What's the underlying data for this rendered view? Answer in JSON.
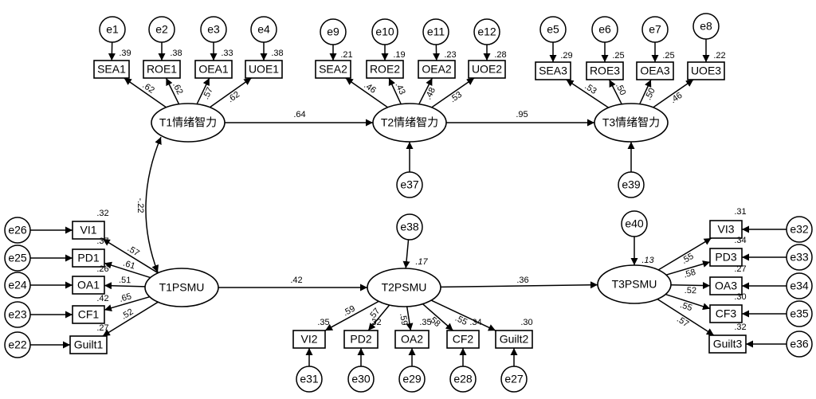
{
  "latents": [
    {
      "id": "T1EI",
      "label": "T1情绪智力"
    },
    {
      "id": "T2EI",
      "label": "T2情绪智力"
    },
    {
      "id": "T3EI",
      "label": "T3情绪智力"
    },
    {
      "id": "T1P",
      "label": "T1PSMU"
    },
    {
      "id": "T2P",
      "label": "T2PSMU",
      "r2": ".17"
    },
    {
      "id": "T3P",
      "label": "T3PSMU",
      "r2": ".13"
    }
  ],
  "observed": [
    {
      "id": "SEA1",
      "label": "SEA1",
      "r2": ".39"
    },
    {
      "id": "ROE1",
      "label": "ROE1",
      "r2": ".38"
    },
    {
      "id": "OEA1",
      "label": "OEA1",
      "r2": ".33"
    },
    {
      "id": "UOE1",
      "label": "UOE1",
      "r2": ".38"
    },
    {
      "id": "SEA2",
      "label": "SEA2",
      "r2": ".21"
    },
    {
      "id": "ROE2",
      "label": "ROE2",
      "r2": ".19"
    },
    {
      "id": "OEA2",
      "label": "OEA2",
      "r2": ".23"
    },
    {
      "id": "UOE2",
      "label": "UOE2",
      "r2": ".28"
    },
    {
      "id": "SEA3",
      "label": "SEA3",
      "r2": ".29"
    },
    {
      "id": "ROE3",
      "label": "ROE3",
      "r2": ".25"
    },
    {
      "id": "OEA3",
      "label": "OEA3",
      "r2": ".25"
    },
    {
      "id": "UOE3",
      "label": "UOE3",
      "r2": ".22"
    },
    {
      "id": "VI1",
      "label": "VI1",
      "r2": ".32"
    },
    {
      "id": "PD1",
      "label": "PD1",
      "r2": ".37"
    },
    {
      "id": "OA1",
      "label": "OA1",
      "r2": ".26"
    },
    {
      "id": "CF1",
      "label": "CF1",
      "r2": ".42"
    },
    {
      "id": "Guilt1",
      "label": "Guilt1",
      "r2": ".27"
    },
    {
      "id": "VI2",
      "label": "VI2",
      "r2": ".35"
    },
    {
      "id": "PD2",
      "label": "PD2",
      "r2": ".32"
    },
    {
      "id": "OA2",
      "label": "OA2",
      "r2": ".35"
    },
    {
      "id": "CF2",
      "label": "CF2",
      "r2": ".34"
    },
    {
      "id": "Guilt2",
      "label": "Guilt2",
      "r2": ".30"
    },
    {
      "id": "VI3",
      "label": "VI3",
      "r2": ".31"
    },
    {
      "id": "PD3",
      "label": "PD3",
      "r2": ".34"
    },
    {
      "id": "OA3",
      "label": "OA3",
      "r2": ".27"
    },
    {
      "id": "CF3",
      "label": "CF3",
      "r2": ".30"
    },
    {
      "id": "Guilt3",
      "label": "Guilt3",
      "r2": ".32"
    }
  ],
  "errors": [
    {
      "id": "e1",
      "label": "e1",
      "target": "SEA1"
    },
    {
      "id": "e2",
      "label": "e2",
      "target": "ROE1"
    },
    {
      "id": "e3",
      "label": "e3",
      "target": "OEA1"
    },
    {
      "id": "e4",
      "label": "e4",
      "target": "UOE1"
    },
    {
      "id": "e9",
      "label": "e9",
      "target": "SEA2"
    },
    {
      "id": "e10",
      "label": "e10",
      "target": "ROE2"
    },
    {
      "id": "e11",
      "label": "e11",
      "target": "OEA2"
    },
    {
      "id": "e12",
      "label": "e12",
      "target": "UOE2"
    },
    {
      "id": "e5",
      "label": "e5",
      "target": "SEA3"
    },
    {
      "id": "e6",
      "label": "e6",
      "target": "ROE3"
    },
    {
      "id": "e7",
      "label": "e7",
      "target": "OEA3"
    },
    {
      "id": "e8",
      "label": "e8",
      "target": "UOE3"
    },
    {
      "id": "e37",
      "label": "e37",
      "target": "T2EI"
    },
    {
      "id": "e39",
      "label": "e39",
      "target": "T3EI"
    },
    {
      "id": "e26",
      "label": "e26",
      "target": "VI1"
    },
    {
      "id": "e25",
      "label": "e25",
      "target": "PD1"
    },
    {
      "id": "e24",
      "label": "e24",
      "target": "OA1"
    },
    {
      "id": "e23",
      "label": "e23",
      "target": "CF1"
    },
    {
      "id": "e22",
      "label": "e22",
      "target": "Guilt1"
    },
    {
      "id": "e38",
      "label": "e38",
      "target": "T2P"
    },
    {
      "id": "e31",
      "label": "e31",
      "target": "VI2"
    },
    {
      "id": "e30",
      "label": "e30",
      "target": "PD2"
    },
    {
      "id": "e29",
      "label": "e29",
      "target": "OA2"
    },
    {
      "id": "e28",
      "label": "e28",
      "target": "CF2"
    },
    {
      "id": "e27",
      "label": "e27",
      "target": "Guilt2"
    },
    {
      "id": "e40",
      "label": "e40",
      "target": "T3P"
    },
    {
      "id": "e32",
      "label": "e32",
      "target": "VI3"
    },
    {
      "id": "e33",
      "label": "e33",
      "target": "PD3"
    },
    {
      "id": "e34",
      "label": "e34",
      "target": "OA3"
    },
    {
      "id": "e35",
      "label": "e35",
      "target": "CF3"
    },
    {
      "id": "e36",
      "label": "e36",
      "target": "Guilt3"
    }
  ],
  "loadings": [
    {
      "from": "T1EI",
      "to": "SEA1",
      "value": ".62"
    },
    {
      "from": "T1EI",
      "to": "ROE1",
      "value": ".62"
    },
    {
      "from": "T1EI",
      "to": "OEA1",
      "value": ".57"
    },
    {
      "from": "T1EI",
      "to": "UOE1",
      "value": ".62"
    },
    {
      "from": "T2EI",
      "to": "SEA2",
      "value": ".46"
    },
    {
      "from": "T2EI",
      "to": "ROE2",
      "value": ".43"
    },
    {
      "from": "T2EI",
      "to": "OEA2",
      "value": ".48"
    },
    {
      "from": "T2EI",
      "to": "UOE2",
      "value": ".53"
    },
    {
      "from": "T3EI",
      "to": "SEA3",
      "value": ".53"
    },
    {
      "from": "T3EI",
      "to": "ROE3",
      "value": ".50"
    },
    {
      "from": "T3EI",
      "to": "OEA3",
      "value": ".50"
    },
    {
      "from": "T3EI",
      "to": "UOE3",
      "value": ".46"
    },
    {
      "from": "T1P",
      "to": "VI1",
      "value": ".57"
    },
    {
      "from": "T1P",
      "to": "PD1",
      "value": ".61"
    },
    {
      "from": "T1P",
      "to": "OA1",
      "value": ".51"
    },
    {
      "from": "T1P",
      "to": "CF1",
      "value": ".65"
    },
    {
      "from": "T1P",
      "to": "Guilt1",
      "value": ".52"
    },
    {
      "from": "T2P",
      "to": "VI2",
      "value": ".59"
    },
    {
      "from": "T2P",
      "to": "PD2",
      "value": ".57"
    },
    {
      "from": "T2P",
      "to": "OA2",
      "value": ".59"
    },
    {
      "from": "T2P",
      "to": "CF2",
      "value": ".58"
    },
    {
      "from": "T2P",
      "to": "Guilt2",
      "value": ".55"
    },
    {
      "from": "T3P",
      "to": "VI3",
      "value": ".55"
    },
    {
      "from": "T3P",
      "to": "PD3",
      "value": ".58"
    },
    {
      "from": "T3P",
      "to": "OA3",
      "value": ".52"
    },
    {
      "from": "T3P",
      "to": "CF3",
      "value": ".55"
    },
    {
      "from": "T3P",
      "to": "Guilt3",
      "value": ".57"
    }
  ],
  "paths": [
    {
      "from": "T1EI",
      "to": "T2EI",
      "value": ".64"
    },
    {
      "from": "T2EI",
      "to": "T3EI",
      "value": ".95"
    },
    {
      "from": "T1P",
      "to": "T2P",
      "value": ".42"
    },
    {
      "from": "T2P",
      "to": "T3P",
      "value": ".36"
    }
  ],
  "covariances": [
    {
      "a": "T1EI",
      "b": "T1P",
      "value": "-.22"
    }
  ]
}
